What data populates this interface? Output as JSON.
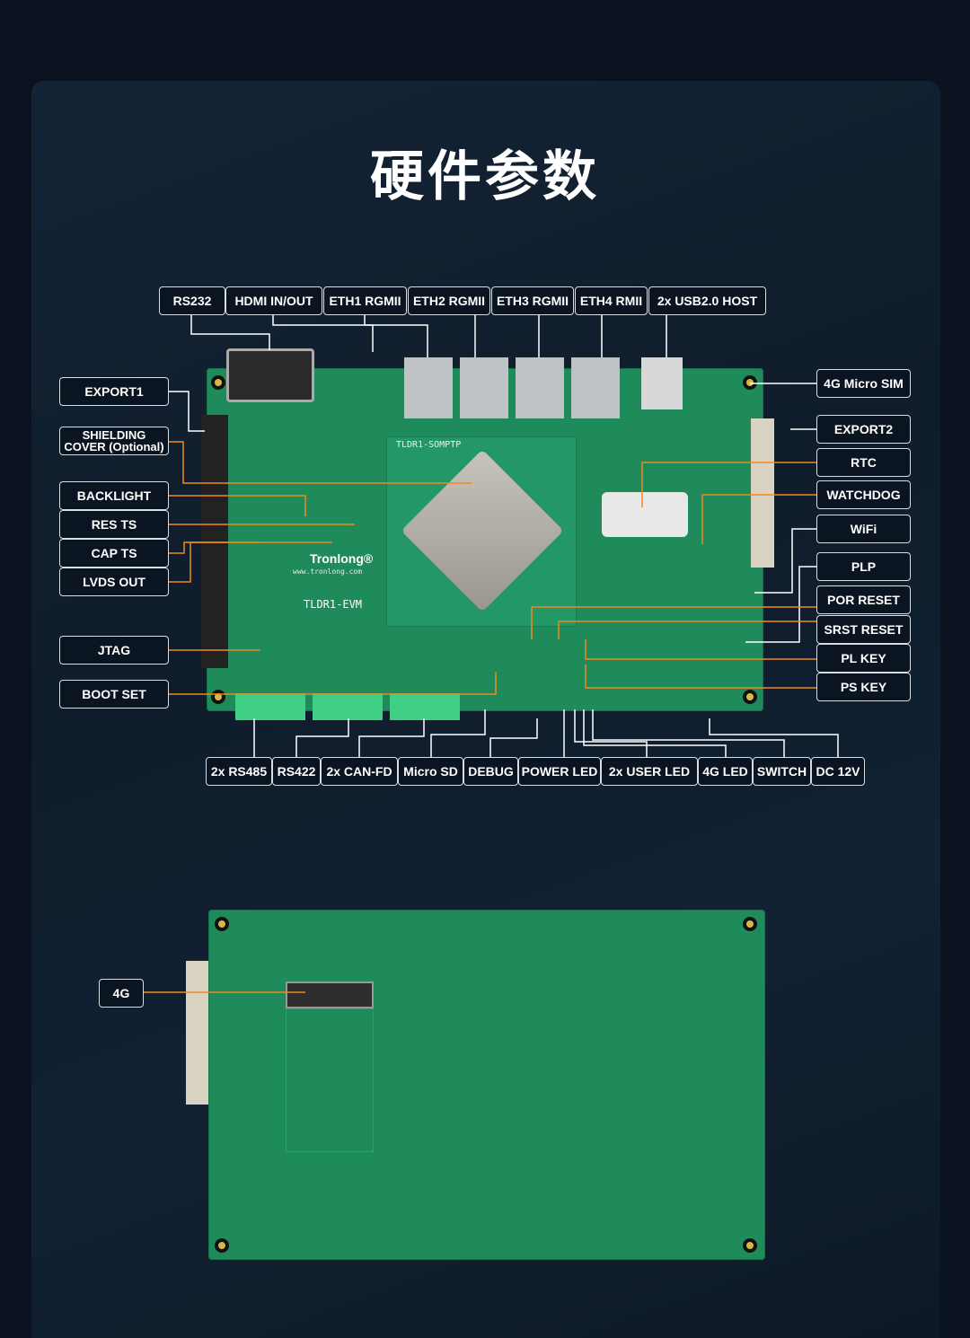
{
  "title": "硬件参数",
  "top_labels": [
    "RS232",
    "HDMI IN/OUT",
    "ETH1 RGMII",
    "ETH2 RGMII",
    "ETH3 RGMII",
    "ETH4 RMII",
    "2x USB2.0 HOST"
  ],
  "left_labels": [
    "EXPORT1",
    "SHIELDING COVER (Optional)",
    "BACKLIGHT",
    "RES TS",
    "CAP TS",
    "LVDS OUT",
    "JTAG",
    "BOOT SET"
  ],
  "right_labels": [
    "4G Micro SIM",
    "EXPORT2",
    "RTC",
    "WATCHDOG",
    "WiFi",
    "PLP",
    "POR RESET",
    "SRST RESET",
    "PL KEY",
    "PS KEY"
  ],
  "bottom_labels": [
    "2x RS485",
    "RS422",
    "2x CAN-FD",
    "Micro SD",
    "DEBUG",
    "POWER LED",
    "2x USER LED",
    "4G LED",
    "SWITCH",
    "DC 12V"
  ],
  "back_labels": [
    "4G"
  ],
  "board": {
    "som_label": "TLDR1-SOMPTP",
    "brand": "Tronlong®",
    "url": "www.tronlong.com",
    "evm_label": "TLDR1-EVM"
  },
  "colors": {
    "accent_line": "#f08a1c",
    "board": "#1f8a5a",
    "background": "#0a1220"
  }
}
